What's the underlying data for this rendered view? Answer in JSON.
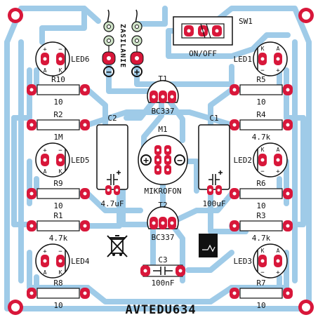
{
  "board": {
    "title": "AVTEDU634",
    "colors": {
      "trace": "#9fcbe8",
      "pad": "#d8173a",
      "silk": "#111111",
      "background": "#ffffff",
      "plated": "#cfe3c8"
    }
  },
  "power": {
    "label": "ZASILANIE",
    "minus_symbol": "−",
    "plus_symbol": "+"
  },
  "switch": {
    "ref": "SW1",
    "caption": "ON/OFF"
  },
  "transistors": [
    {
      "ref": "T1",
      "part": "BC337"
    },
    {
      "ref": "T2",
      "part": "BC337"
    }
  ],
  "microphone": {
    "ref": "M1",
    "caption": "MIKROFON",
    "plus": "+",
    "minus": "−"
  },
  "capacitors": [
    {
      "ref": "C1",
      "value": "100uF"
    },
    {
      "ref": "C2",
      "value": "4.7uF"
    },
    {
      "ref": "C3",
      "value": "100nF"
    }
  ],
  "leds": [
    {
      "ref": "LED1",
      "anode": "A",
      "cathode": "K"
    },
    {
      "ref": "LED2",
      "anode": "A",
      "cathode": "K"
    },
    {
      "ref": "LED3",
      "anode": "A",
      "cathode": "K"
    },
    {
      "ref": "LED4",
      "anode": "A",
      "cathode": "K"
    },
    {
      "ref": "LED5",
      "anode": "A",
      "cathode": "K"
    },
    {
      "ref": "LED6",
      "anode": "A",
      "cathode": "K"
    }
  ],
  "resistors": [
    {
      "ref": "R1",
      "value": "4.7k"
    },
    {
      "ref": "R2",
      "value": "1M"
    },
    {
      "ref": "R3",
      "value": "4.7k"
    },
    {
      "ref": "R4",
      "value": "4.7k"
    },
    {
      "ref": "R5",
      "value": "10"
    },
    {
      "ref": "R6",
      "value": "10"
    },
    {
      "ref": "R7",
      "value": "10"
    },
    {
      "ref": "R8",
      "value": "10"
    },
    {
      "ref": "R9",
      "value": "10"
    },
    {
      "ref": "R10",
      "value": "10"
    }
  ],
  "icons": [
    "weee-bin-icon",
    "maker-logo-icon",
    "mounting-hole-icon"
  ]
}
